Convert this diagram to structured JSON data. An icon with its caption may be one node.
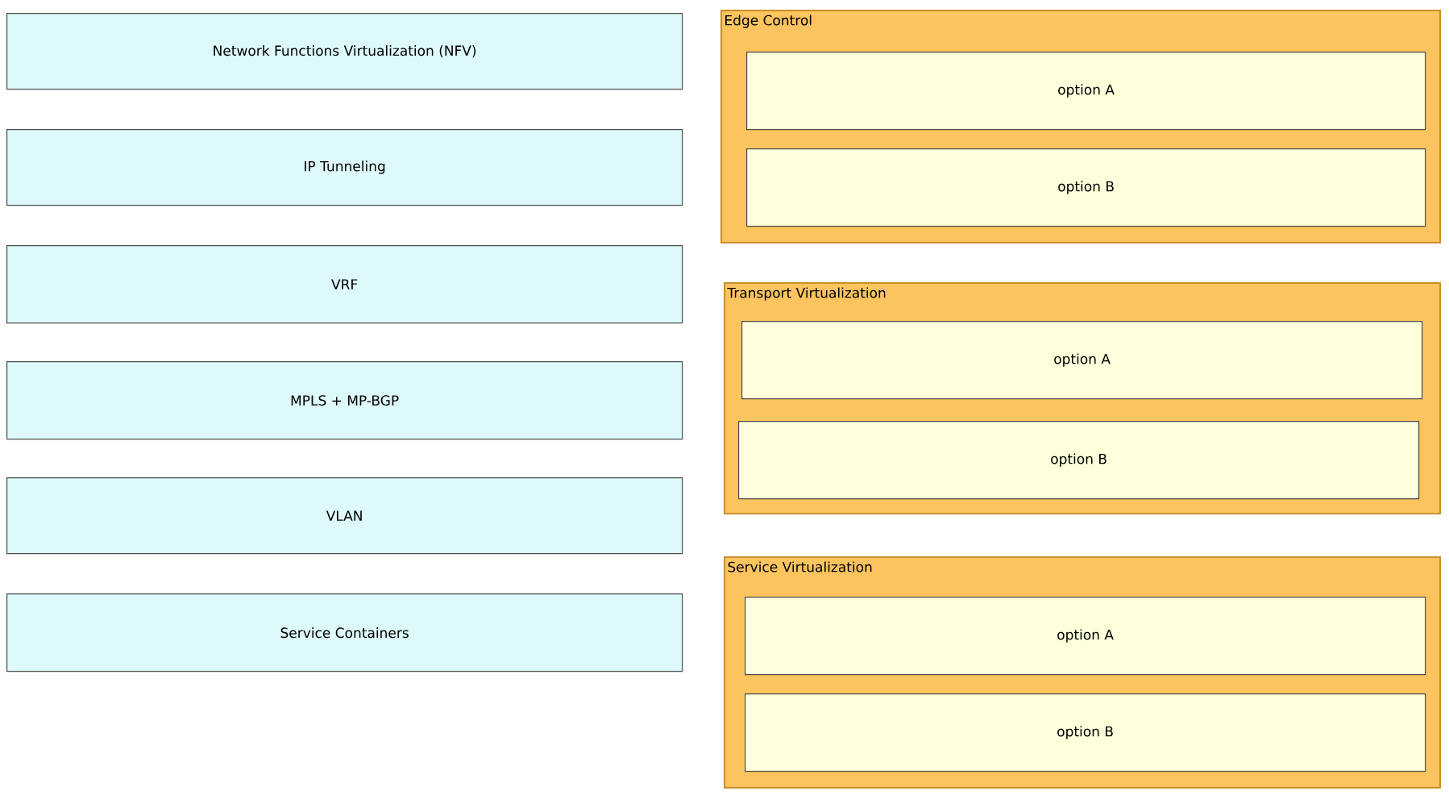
{
  "diagram": {
    "nodes": [
      {
        "text": [
          "Network Functions Virtualization (NFV)"
        ]
      },
      {
        "text": [
          "IP Tunneling"
        ]
      },
      {
        "text": [
          "VRF"
        ]
      },
      {
        "text": [
          "MPLS + MP-BGP"
        ]
      },
      {
        "text": [
          "VLAN"
        ]
      },
      {
        "text": [
          "Service Containers"
        ]
      },
      {
        "text": [
          "Edge Control"
        ]
      },
      {
        "text": [
          "option A"
        ],
        "in": 6
      },
      {
        "text": [
          "option B"
        ],
        "in": 6
      },
      {
        "text": [
          "Transport Virtualization"
        ]
      },
      {
        "text": [
          "option A"
        ],
        "in": 9
      },
      {
        "text": [
          "option B"
        ],
        "in": 9
      },
      {
        "text": [
          "Service Virtualization"
        ]
      },
      {
        "text": [
          "option A"
        ],
        "in": 12
      },
      {
        "text": [
          "option B"
        ],
        "in": 12
      }
    ]
  }
}
